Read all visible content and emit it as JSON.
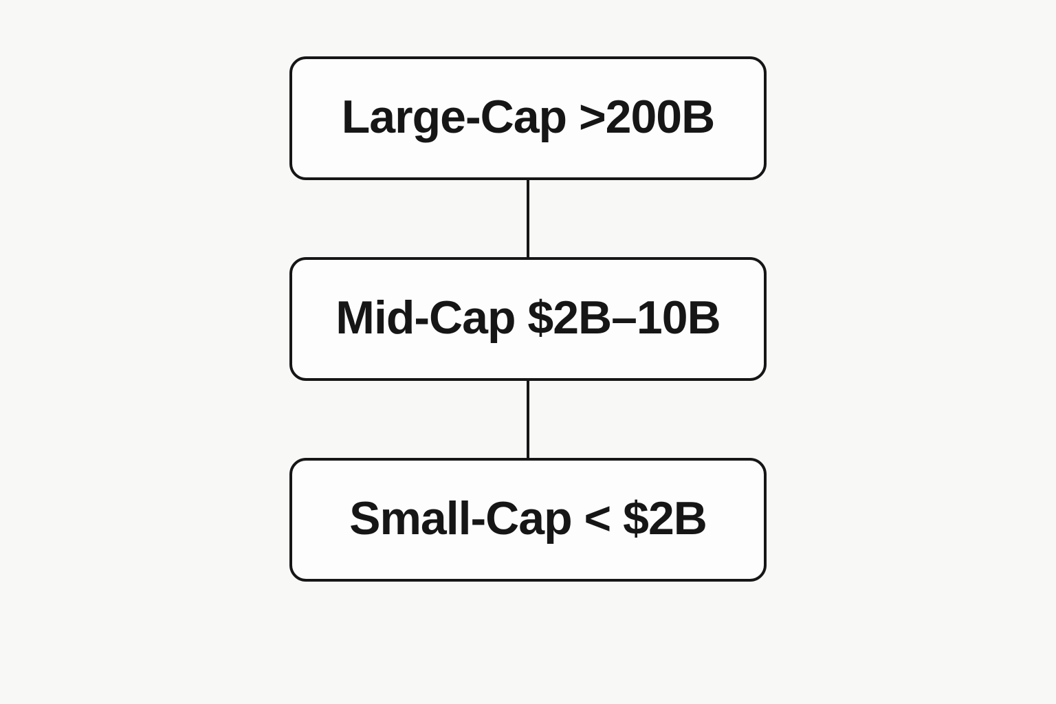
{
  "diagram": {
    "type": "flowchart",
    "orientation": "vertical",
    "nodes": [
      {
        "id": "large-cap",
        "label": "Large-Cap >200B"
      },
      {
        "id": "mid-cap",
        "label": "Mid-Cap $2B–10B"
      },
      {
        "id": "small-cap",
        "label": "Small-Cap < $2B"
      }
    ],
    "edges": [
      {
        "from": "large-cap",
        "to": "mid-cap"
      },
      {
        "from": "mid-cap",
        "to": "small-cap"
      }
    ],
    "colors": {
      "background": "#f8f8f7",
      "node_fill": "#fdfdfd",
      "stroke": "#161616",
      "text": "#161616"
    }
  }
}
